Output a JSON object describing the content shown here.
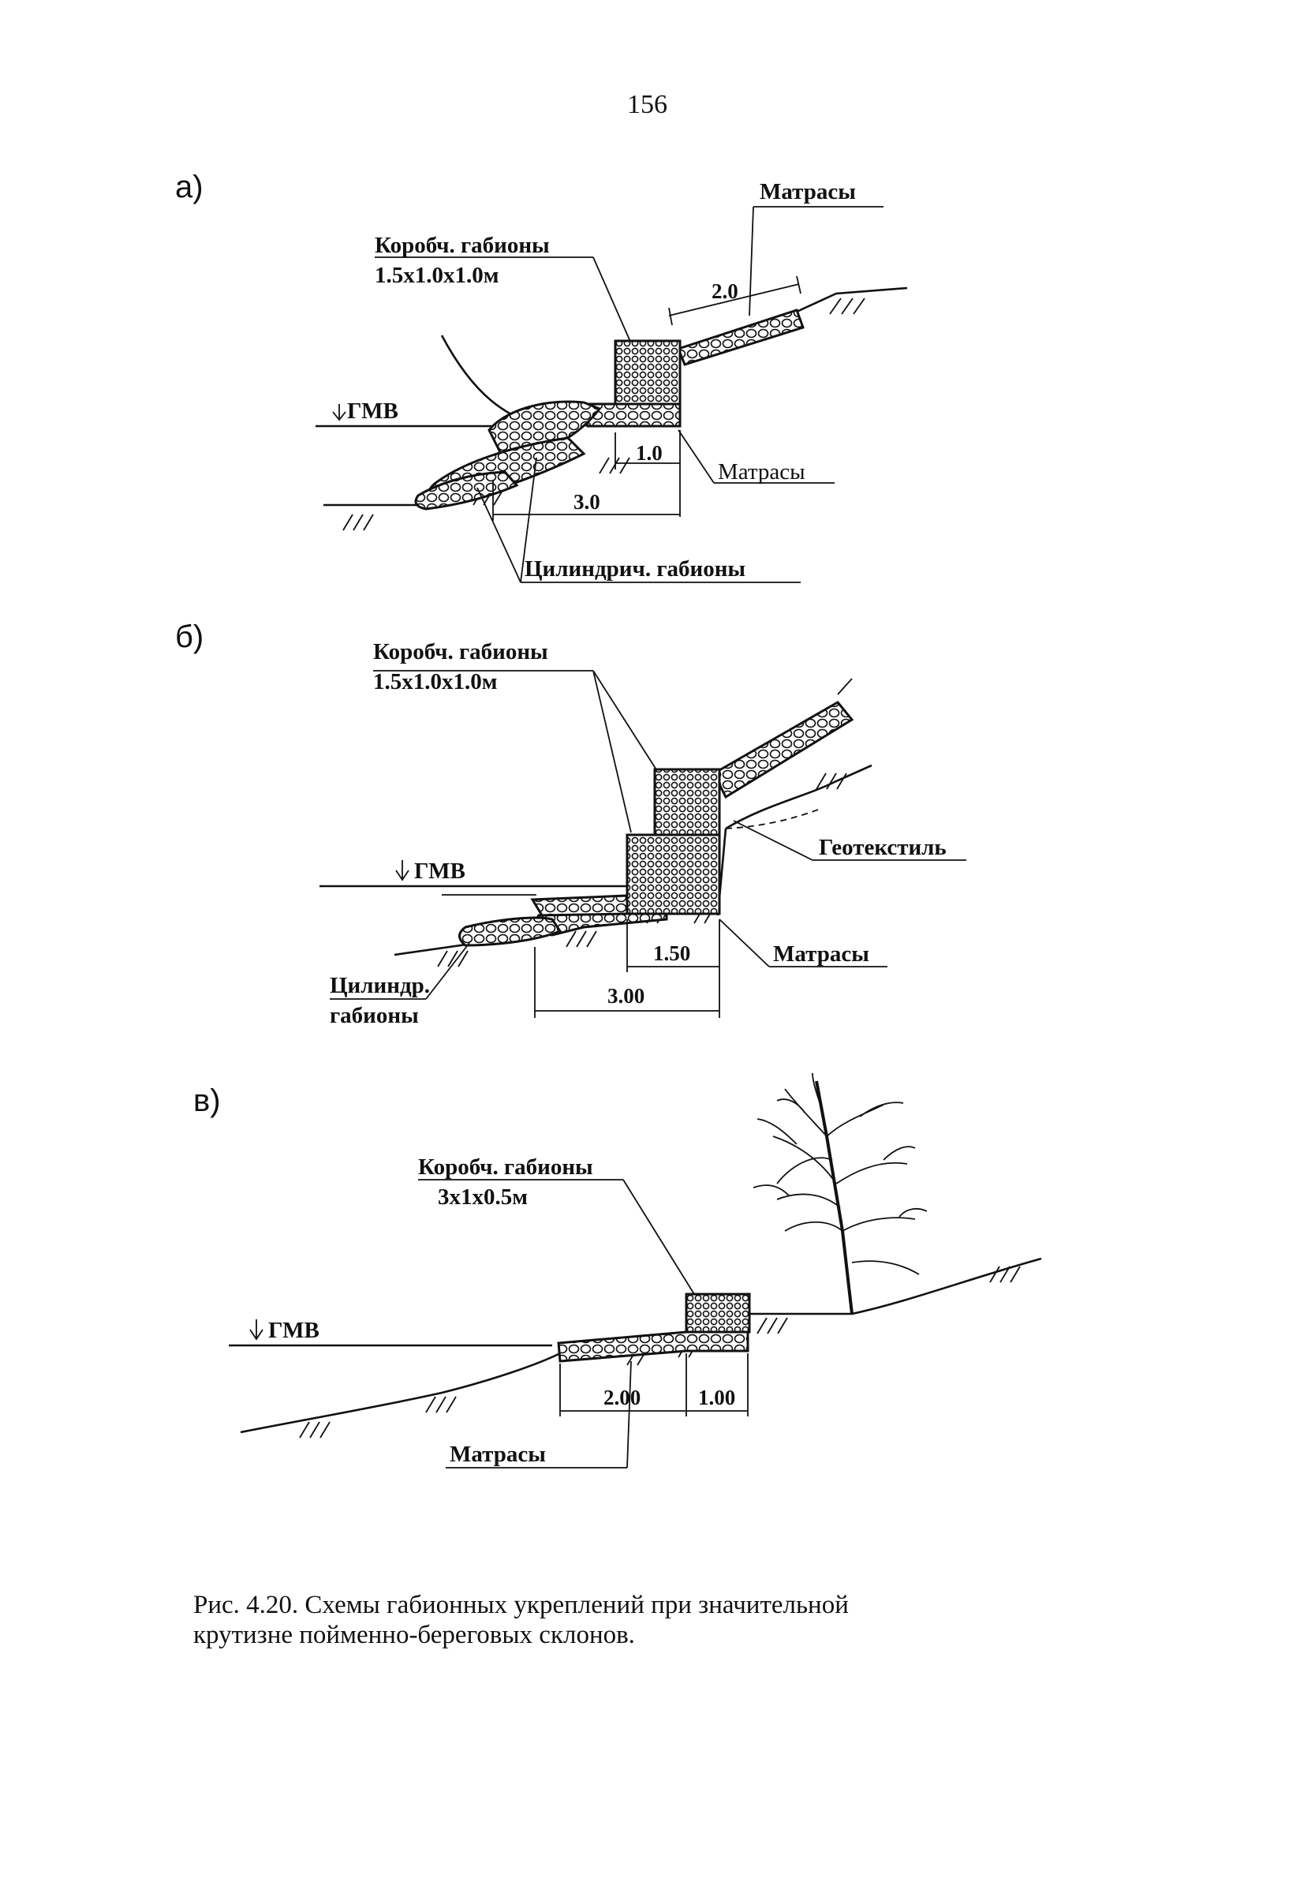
{
  "page_number": "156",
  "panels": {
    "a": {
      "label": "а)",
      "box_gabions": "Коробч. габионы",
      "box_size": "1.5x1.0x1.0м",
      "mattress_top": "Матрасы",
      "mattress_bottom": "Матрасы",
      "water_level": "ГМВ",
      "cylindrical": "Цилиндрич. габионы",
      "dim_mattress": "2.0",
      "dim_box": "1.0",
      "dim_total": "3.0"
    },
    "b": {
      "label": "б)",
      "box_gabions": "Коробч. габионы",
      "box_size": "1.5x1.0x1.0м",
      "geotextile": "Геотекстиль",
      "water_level": "ГМВ",
      "mattress": "Матрасы",
      "cylindrical_1": "Цилиндр.",
      "cylindrical_2": "габионы",
      "dim_box": "1.50",
      "dim_total": "3.00"
    },
    "v": {
      "label": "в)",
      "box_gabions": "Коробч. габионы",
      "box_size": "3x1x0.5м",
      "water_level": "ГМВ",
      "mattress": "Матрасы",
      "dim_mattress": "2.00",
      "dim_box": "1.00"
    }
  },
  "caption": {
    "line1": "Рис.  4.20.  Схемы  габионных  укреплений  при  значительной",
    "line2": "крутизне пойменно-береговых склонов."
  }
}
